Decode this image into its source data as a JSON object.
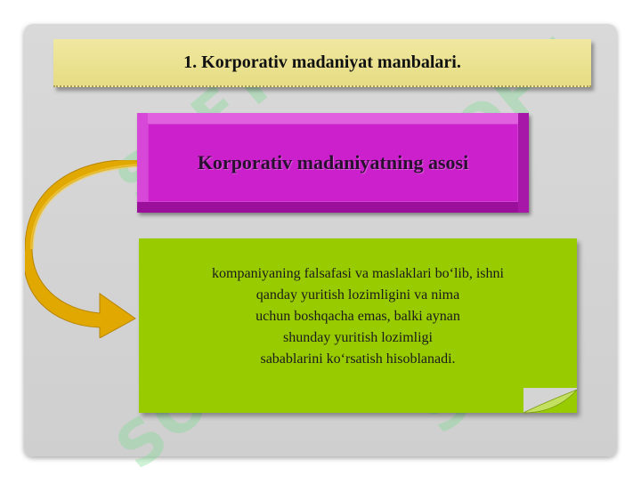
{
  "title": "1. Korporativ madaniyat manbalari.",
  "heading_box": "Korporativ madaniyatning asosi",
  "body_lines": [
    "kompaniyaning falsafasi va maslaklari bo‘lib, ishni",
    "qanday yuritish lozimligini va nima",
    "uchun boshqacha emas, balki aynan",
    "shunday yuritish lozimligi",
    "sabablarini ko‘rsatish hisoblanadi."
  ],
  "watermark": "SOFT",
  "colors": {
    "slide_bg": "#d4d4d4",
    "title_banner": "#ebe08f",
    "heading_box": "#cc22cc",
    "body_box": "#99cc00",
    "arrow": "#e0a800"
  },
  "icons": [
    "curved-arrow-icon",
    "page-curl-icon"
  ]
}
